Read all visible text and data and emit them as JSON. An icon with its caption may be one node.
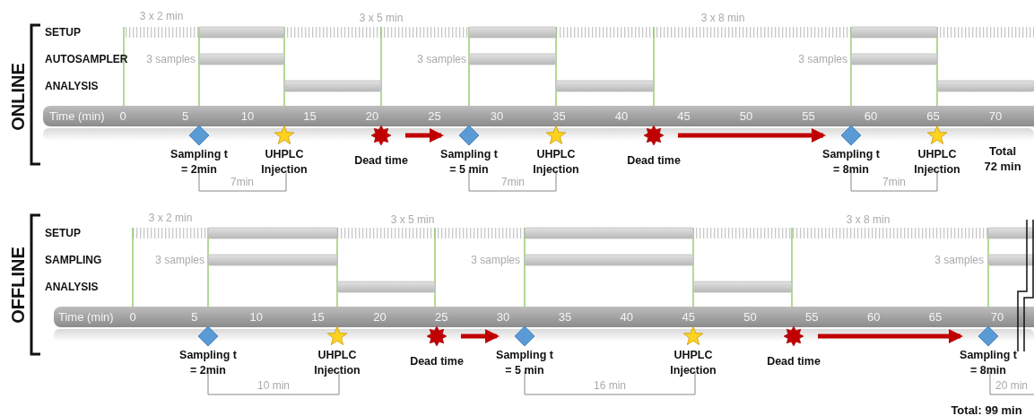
{
  "diagram": {
    "nodes": [
      {
        "text": [
          "Sampling t = 2min"
        ]
      },
      {
        "text": [
          "UHPLC Injection"
        ]
      },
      {
        "text": [
          "Dead time"
        ]
      },
      {
        "text": [
          "Sampling t = 5 min"
        ]
      },
      {
        "text": [
          "UHPLC Injection"
        ]
      },
      {
        "text": [
          "Dead time"
        ]
      },
      {
        "text": [
          "Sampling t = 8min"
        ]
      },
      {
        "text": [
          "UHPLC Injection"
        ]
      },
      {
        "text": [
          "Sampling t = 2min"
        ]
      },
      {
        "text": [
          "UHPLC Injection"
        ]
      },
      {
        "text": [
          "Dead time"
        ]
      },
      {
        "text": [
          "Sampling t = 5 min"
        ]
      },
      {
        "text": [
          "UHPLC Injection"
        ]
      },
      {
        "text": [
          "Dead time"
        ]
      },
      {
        "text": [
          "Sampling t = 8min"
        ]
      }
    ],
    "edges": [
      {
        "from": 2,
        "to": 3,
        "arrow": "to"
      },
      {
        "from": 5,
        "to": 6,
        "arrow": "to"
      },
      {
        "from": 10,
        "to": 11,
        "arrow": "to"
      },
      {
        "from": 13,
        "to": 14,
        "arrow": "to"
      }
    ],
    "labels": [
      "ONLINE",
      "3 x 2 min",
      "3 x 5 min",
      "3 x 8 min",
      "SETUP",
      "AUTOSAMPLER",
      "ANALYSIS",
      "3 samples",
      "3 samples",
      "3 samples",
      "Time (min)",
      "0",
      "5",
      "10",
      "15",
      "20",
      "25",
      "30",
      "35",
      "40",
      "45",
      "50",
      "55",
      "60",
      "65",
      "70",
      "7min",
      "7min",
      "7min",
      "Total 72 min",
      "OFFLINE",
      "3 x 2 min",
      "3 x 5 min",
      "3 x 8 min",
      "SETUP",
      "SAMPLING",
      "ANALYSIS",
      "3 samples",
      "3 samples",
      "3 samples",
      "Time (min)",
      "0",
      "5",
      "10",
      "15",
      "20",
      "25",
      "30",
      "35",
      "40",
      "45",
      "50",
      "55",
      "60",
      "65",
      "70",
      "10 min",
      "16 min",
      "20 min",
      "Total: 99 min"
    ]
  }
}
